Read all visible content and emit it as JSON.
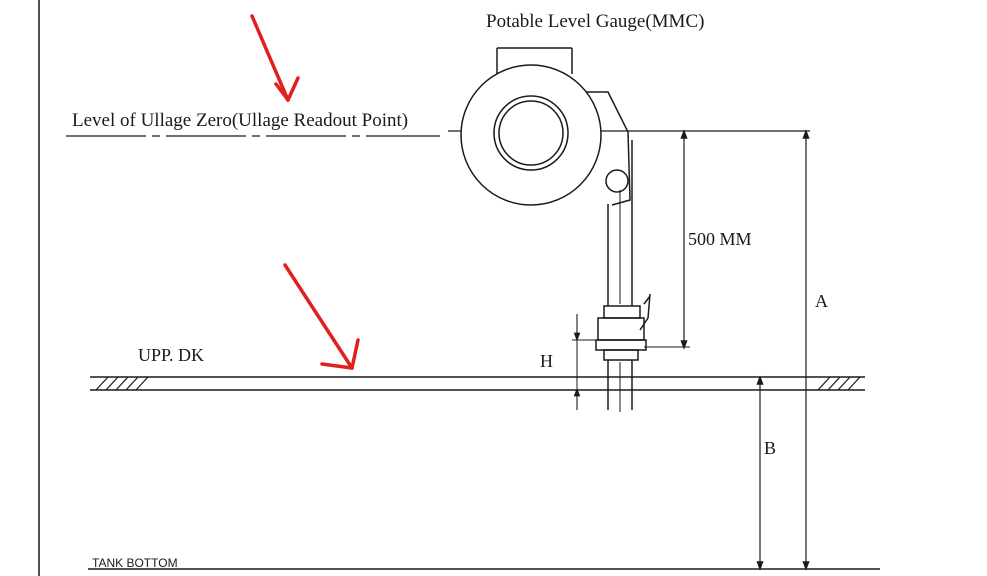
{
  "diagram": {
    "title": "Potable Level Gauge(MMC)",
    "ullage_label": "Level of Ullage Zero(Ullage Readout Point)",
    "dimension_500": "500 MM",
    "dim_A": "A",
    "dim_H": "H",
    "dim_B": "B",
    "deck_label": "UPP. DK",
    "tank_bottom_label": "TANK BOTTOM"
  },
  "colors": {
    "line": "#1a1a1a",
    "annotation_arrow": "#e0201e"
  }
}
